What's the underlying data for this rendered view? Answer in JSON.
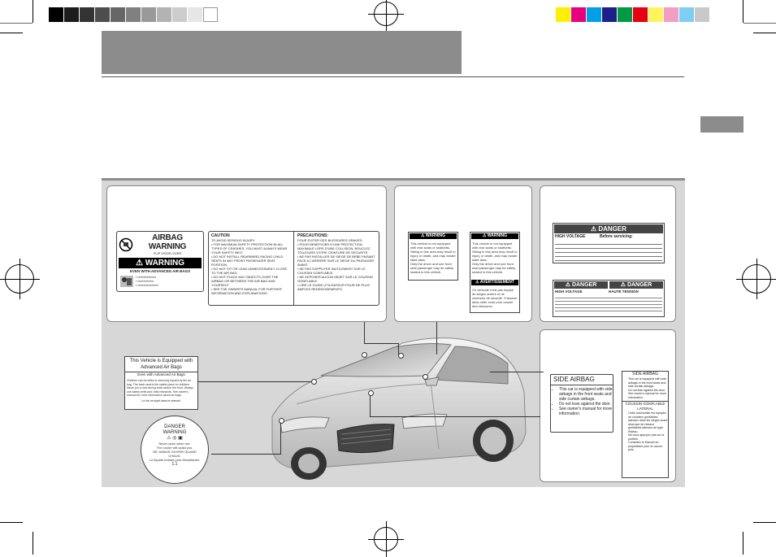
{
  "airbag_label": {
    "title": "AIRBAG WARNING",
    "flip_text": "FLIP VISOR OVER",
    "warning_word": "WARNING",
    "even_text": "EVEN WITH ADVANCED AIR BAGS"
  },
  "caution_label": {
    "caution_head": "CAUTION",
    "caution_body": "TO AVOID SERIOUS INJURY:\n• FOR MAXIMUM SAFETY PROTECTION IN ALL TYPES OF CRASHES, YOU MUST ALWAYS WEAR YOUR SAFETY BELT.\n• DO NOT INSTALL REARWARD-FACING CHILD SEATS IN ANY FRONT PASSENGER SEAT POSITION.\n• DO NOT SIT OR LEAN UNNECESSARILY CLOSE TO THE AIR BAG.\n• DO NOT PLACE ANY OBJECTS OVER THE AIRBAG OR BETWEEN THE AIR BAG AND YOURSELF.\n• SEE THE OWNER'S MANUAL FOR FURTHER INFORMATION AND EXPLANATIONS.",
    "precaution_head": "PRECAUTIONS:",
    "precaution_body": "POUR EVITER DES BLESSURES GRAVES:\n• POUR BENEFICIER D'UNE PROTECTION MAXIMALE LORS D'UNE COLLISION, BOUCLEZ TOUJOURS VOTRE CEINTURE DE SECURITE.\n• NE PAS INSTALLER DE SIEGE DE BEBE FAISANT FACE A L'ARRIERE SUR LE SIEGE DU PASSAGER AVANT.\n• NE PAS S'APPUYER INUTILEMENT SUR LE COUSSIN GONFLABLE.\n• NE DEPOSER AUCUN OBJET SUR LE COUSSIN GONFLABLE.\n• LIRE LE GUIDE UTILISATEUR POUR DE PLUS AMPLES RENSEIGNEMENTS."
  },
  "sun_warning_1": {
    "head": "WARNING",
    "body": "This vehicle is not equipped with rear seats or seatbelts.\nSitting in this area may result in injury or death, and may violate state laws.\nOnly the driver and one front seat passenger may be safely seated in this vehicle."
  },
  "sun_warning_2": {
    "head": "WARNING",
    "body": "This vehicle is not equipped with rear seats or seatbelts.\nSitting in this area may result in injury or death, and may violate state laws.\nOnly the driver and one front seat passenger may be safely seated in this vehicle.",
    "avert_head": "AVERTISSEMENT",
    "avert_body": "Ce véhicule n'est pas équipé de sièges arrière et de ceintures de sécurité. S'asseoir dans cette zone pour causer des blessures."
  },
  "danger_label_1": {
    "head": "DANGER",
    "hv": "HIGH VOLTAGE",
    "before": "Before servicing:"
  },
  "danger_label_2": {
    "head_en": "DANGER",
    "head_fr": "DANGER",
    "hv": "HIGH VOLTAGE",
    "hv_fr": "HAUTE TENSION"
  },
  "side_airbag_en": {
    "title": "SIDE AIRBAG",
    "items": [
      "This car is equipped with side airbags in the front seats and side curtain airbags.",
      "Do not lean against the door.",
      "See owner's manual for more information."
    ]
  },
  "side_airbag_small": {
    "title": "SIDE AIRBAG",
    "items": [
      "This car is equipped with side airbags in the front seats and side curtain airbags.",
      "Do not lean against the door.",
      "See owner's manual for more information."
    ],
    "title_fr": "COUSSIN GONFLABLE LATERAL",
    "items_fr": [
      "Cette automobile est équipée de coussins gonflables latéraux dans les sièges avant ainsi que de rideaux gonflables latéraux de type Rideau.",
      "Ne vous appuyez pas sur la portière.",
      "Consultez le Manuel du propriétaire pour en savoir plus."
    ]
  },
  "advanced_label": {
    "title": "This Vehicle is Equipped with Advanced Air Bags",
    "sub": "Even with Advanced Air Bags",
    "body": "Children can be killed or seriously injured by the air bag. The back seat is the safest place for children. Never put a rear-facing child seat in the front. Always use safety belts and child restraints. See owner's manual for more information about air bags.",
    "footer": "Le lire ce sujet dans le manuel."
  },
  "radiator_cap": {
    "danger": "DANGER",
    "warning": "WARNING",
    "body": "Never open when hot.\nThe cooler will scald you.\nNE JAMAIS OUVRIR QUAND CHAUD.\nLe liquide brûlant peut ébouillanter.",
    "number": "1.1"
  }
}
